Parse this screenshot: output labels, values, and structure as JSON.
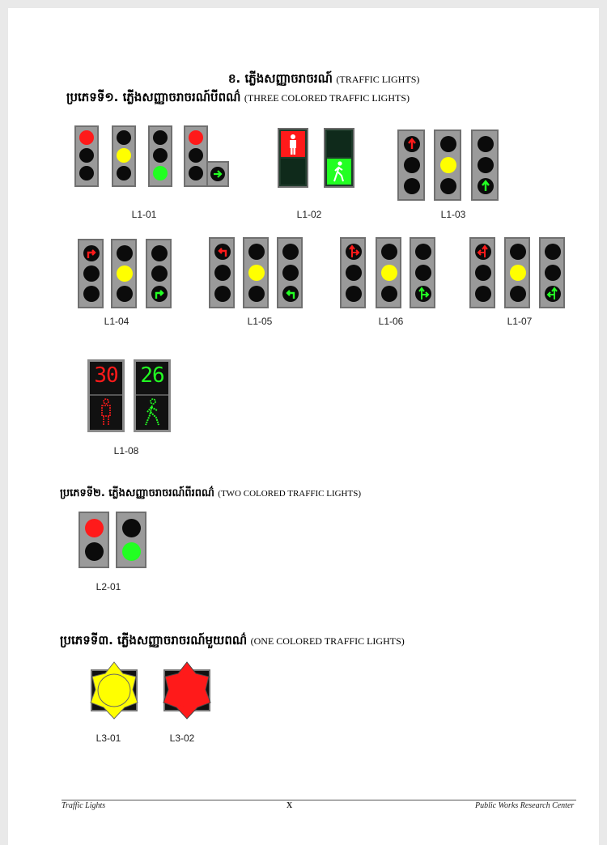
{
  "headings": {
    "main": {
      "km": "ខ. ភ្លើងសញ្ញាចរាចរណ៍",
      "en": "(TRAFFIC LIGHTS)"
    },
    "type1": {
      "km": "ប្រភេទទី១. ភ្លើងសញ្ញាចរាចរណ៍បីពណ៌",
      "en": "(THREE COLORED TRAFFIC LIGHTS)"
    },
    "type2": {
      "km": "ប្រភេទទី២. ភ្លើងសញ្ញាចរាចរណ៍ពីរពណ៌",
      "en": "(TWO COLORED TRAFFIC LIGHTS)"
    },
    "type3": {
      "km": "ប្រភេទទី៣. ភ្លើងសញ្ញាចរាចរណ៍មួយពណ៌",
      "en": "(ONE COLORED TRAFFIC LIGHTS)"
    }
  },
  "labels": {
    "l1_01": "L1-01",
    "l1_02": "L1-02",
    "l1_03": "L1-03",
    "l1_04": "L1-04",
    "l1_05": "L1-05",
    "l1_06": "L1-06",
    "l1_07": "L1-07",
    "l1_08": "L1-08",
    "l2_01": "L2-01",
    "l3_01": "L3-01",
    "l3_02": "L3-02"
  },
  "countdown": {
    "red": "30",
    "green": "26"
  },
  "footer": {
    "left": "Traffic Lights",
    "center": "X",
    "right": "Public Works Research Center"
  },
  "colors": {
    "red": "#ff1a1a",
    "yellow": "#ffff00",
    "green": "#22ff22",
    "off": "#0b0b0b",
    "housing": "#9a9a9a"
  }
}
